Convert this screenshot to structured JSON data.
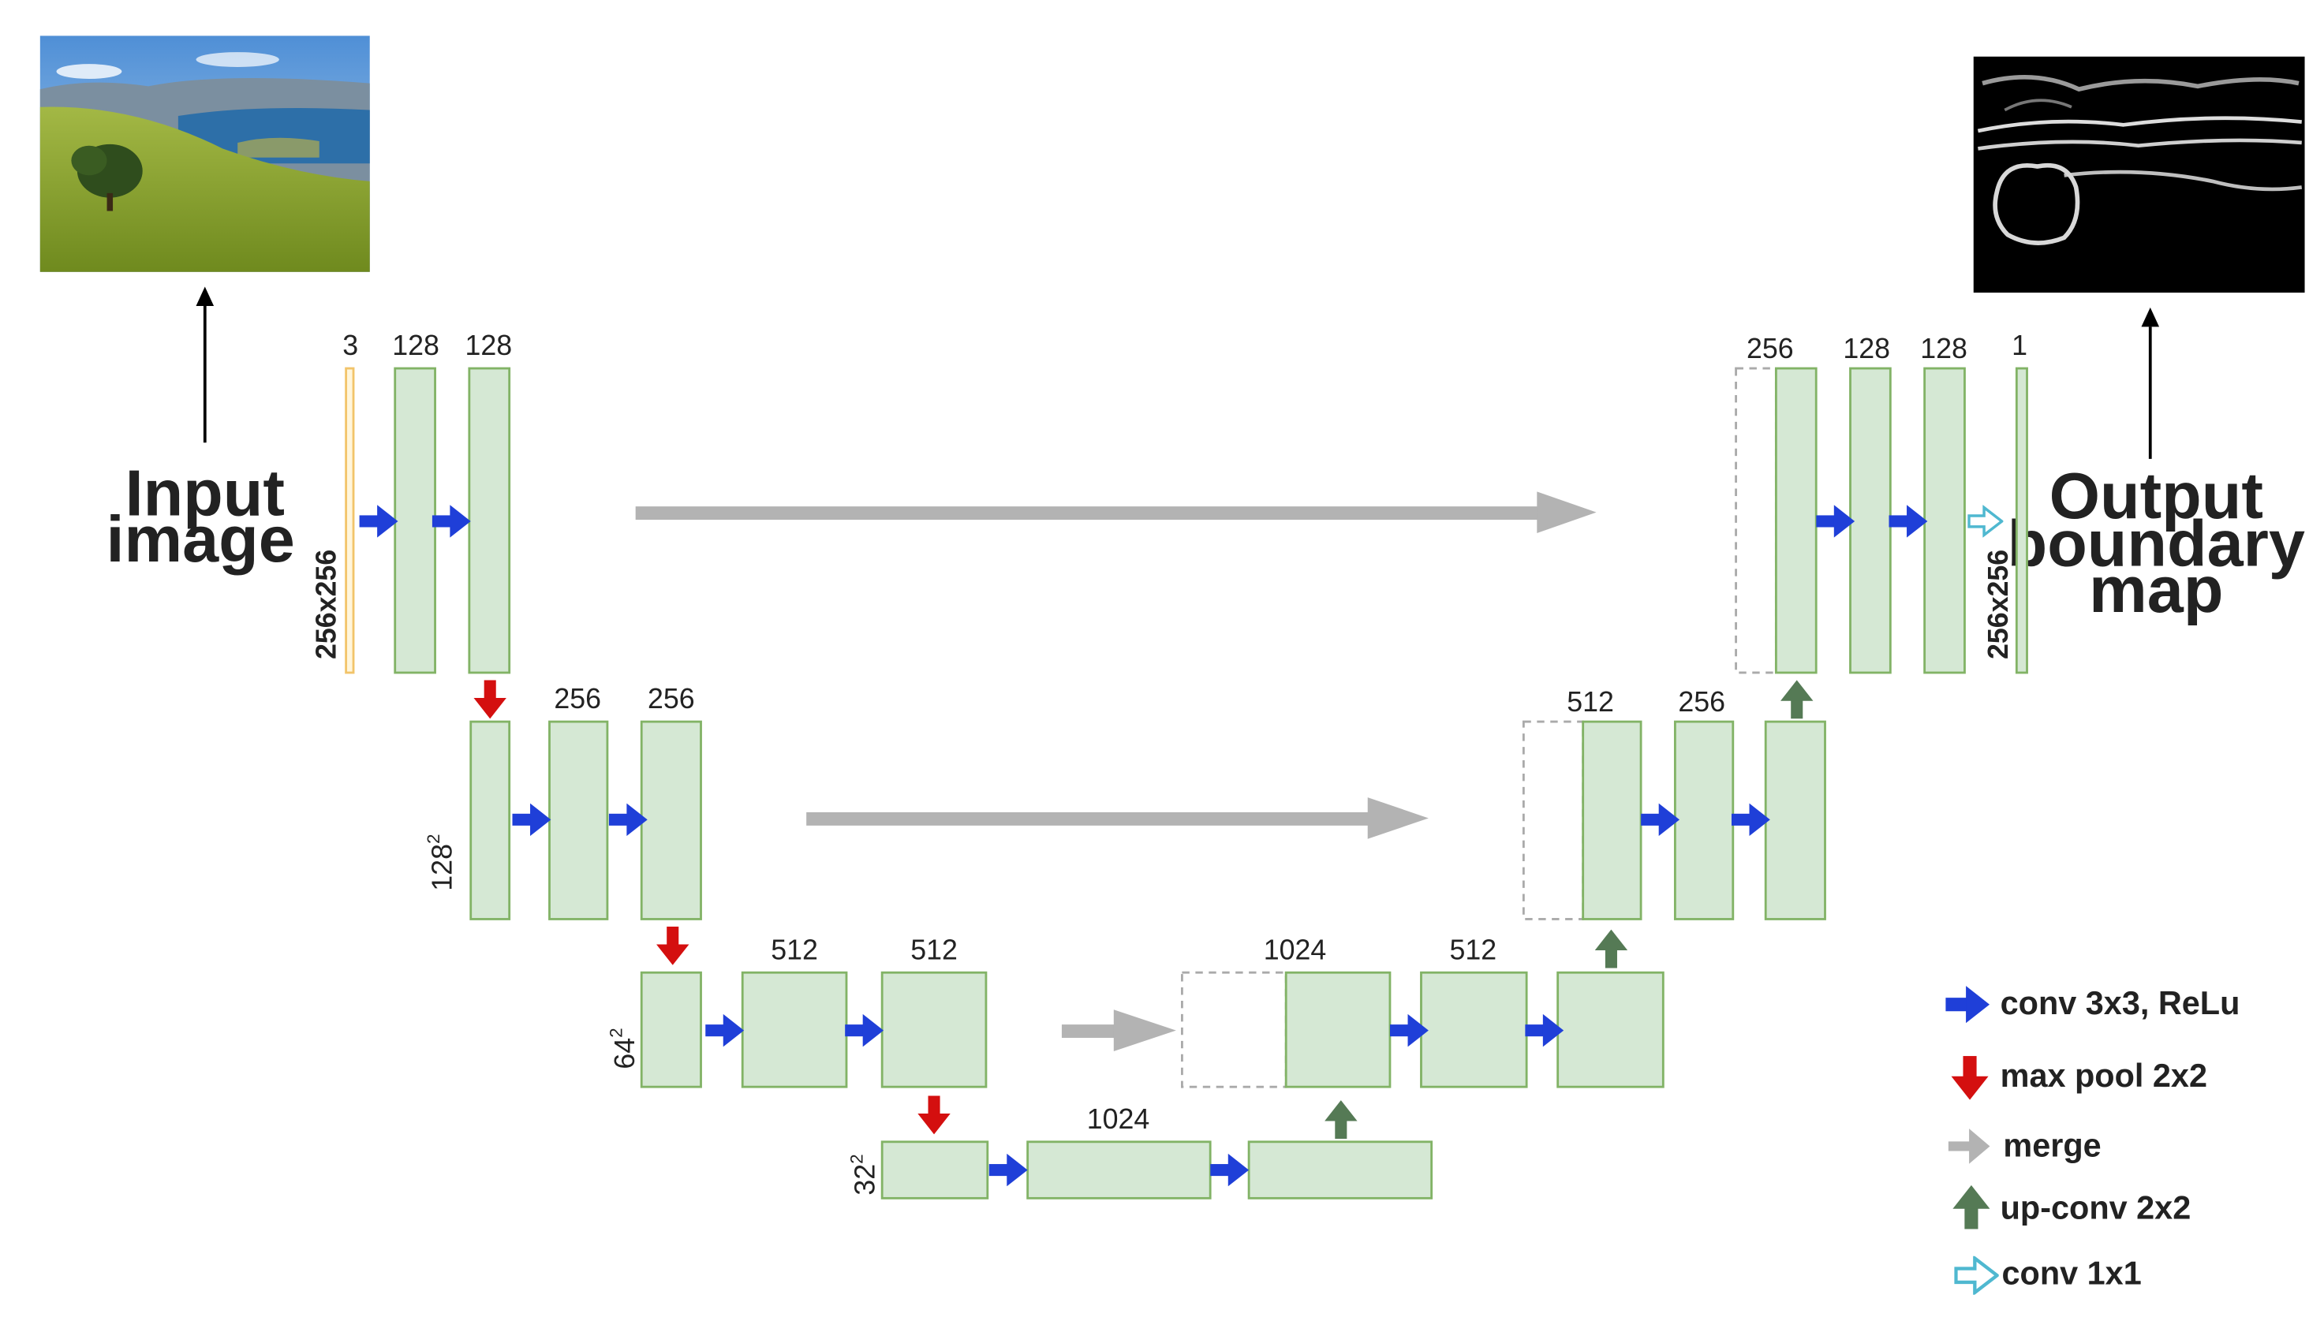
{
  "input": {
    "label_line1": "Input",
    "label_line2": "image",
    "image": "landscape-photo",
    "size": "256x256"
  },
  "output": {
    "label_line1": "Output",
    "label_line2": "boundary",
    "label_line3": "map",
    "image": "boundary-map",
    "size": "256x256"
  },
  "channels": {
    "l1_in": "3",
    "l1_a": "128",
    "l1_b": "128",
    "l2_a": "256",
    "l2_b": "256",
    "l3_a": "512",
    "l3_b": "512",
    "l4_a": "1024",
    "d3_a": "1024",
    "d3_b": "512",
    "d2_a": "512",
    "d2_b": "256",
    "d1_a": "256",
    "d1_b": "128",
    "d1_c": "128",
    "d1_out": "1"
  },
  "dims": {
    "l2": "128",
    "l3": "64",
    "l4": "32",
    "exp": "2"
  },
  "legend": {
    "conv": "conv 3x3, ReLu",
    "pool": "max pool 2x2",
    "merge": "merge",
    "upconv": "up-conv 2x2",
    "conv1": "conv 1x1"
  },
  "colors": {
    "block_fill": "#d5e8d4",
    "block_stroke": "#82b366",
    "conv_arrow": "#1f3fd8",
    "pool_arrow": "#d40f0f",
    "merge_arrow": "#b3b3b3",
    "upconv_arrow": "#557a55",
    "conv1_arrow": "#4fb8d0",
    "input_layer": "#f2c46a"
  }
}
